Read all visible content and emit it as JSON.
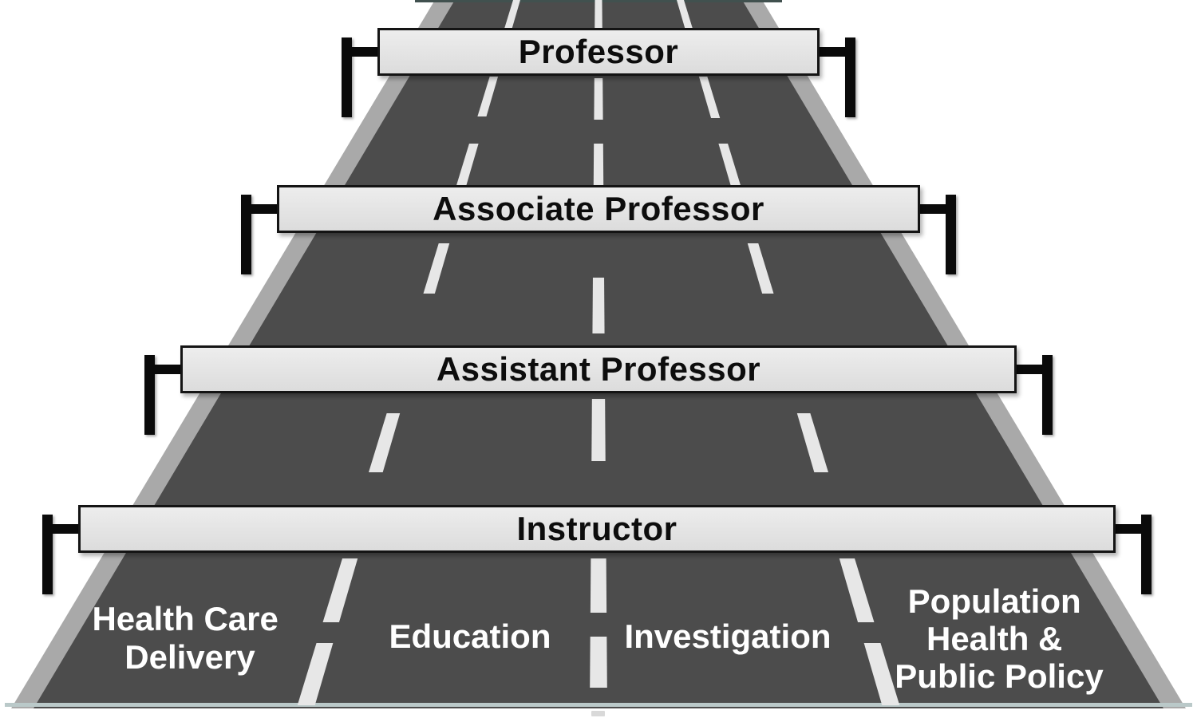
{
  "figure": {
    "hurdles": [
      {
        "label": "Professor"
      },
      {
        "label": "Associate Professor"
      },
      {
        "label": "Assistant Professor"
      },
      {
        "label": "Instructor"
      }
    ],
    "lanes": [
      {
        "lines": [
          "Health Care",
          "Delivery"
        ]
      },
      {
        "lines": [
          "Education"
        ]
      },
      {
        "lines": [
          "Investigation"
        ]
      },
      {
        "lines": [
          "Population",
          "Health &",
          "Public Policy"
        ]
      }
    ],
    "colors": {
      "road": "#4c4c4c",
      "shoulder": "#a9a9a9",
      "lane_dash": "#e7e7e7",
      "hurdle_bar_fill": "#e3e3e3",
      "hurdle_bar_border": "#141414",
      "hurdle_post": "#0a0a0a",
      "hurdle_text": "#0d0d0d",
      "lane_text": "#ffffff",
      "road_top_edge": "#41514f",
      "road_bottom_edge": "#bac9c9"
    }
  }
}
